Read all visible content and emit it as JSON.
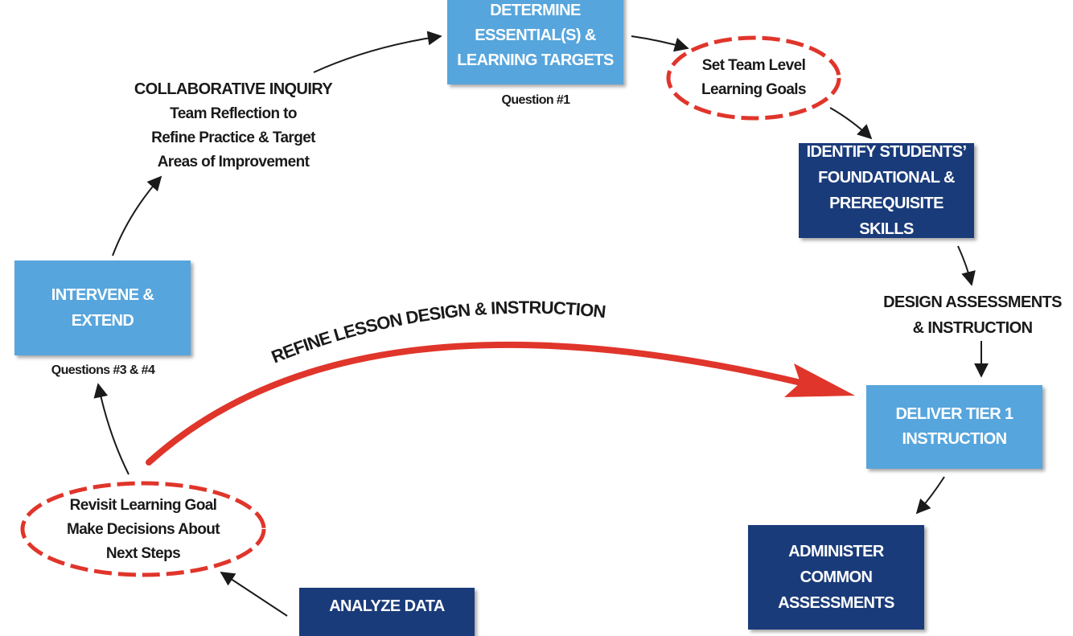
{
  "colors": {
    "light_box": "#56a5dd",
    "dark_box": "#1a3b7a",
    "accent_red": "#e0352b",
    "text": "#1a1a1a"
  },
  "boxes": {
    "determine": "DETERMINE\nESSENTIAL(S) &\nLEARNING TARGETS",
    "identify": "IDENTIFY STUDENTS’\nFOUNDATIONAL &\nPREREQUISITE SKILLS",
    "deliver": "DELIVER TIER 1\nINSTRUCTION",
    "administer": "ADMINISTER\nCOMMON\nASSESSMENTS",
    "analyze": "ANALYZE DATA",
    "intervene": "INTERVENE &\nEXTEND"
  },
  "captions": {
    "question1": "Question #1",
    "questions34": "Questions #3 & #4"
  },
  "ovals": {
    "set_goals": "Set Team Level\nLearning Goals",
    "revisit": "Revisit Learning Goal\nMake Decisions About\nNext Steps"
  },
  "labels": {
    "collab_title": "COLLABORATIVE INQUIRY",
    "collab_body": "Team Reflection to\nRefine Practice & Target\nAreas of Improvement",
    "design": "DESIGN ASSESSMENTS\n& INSTRUCTION",
    "refine": "REFINE LESSON DESIGN & INSTRUCTION"
  }
}
